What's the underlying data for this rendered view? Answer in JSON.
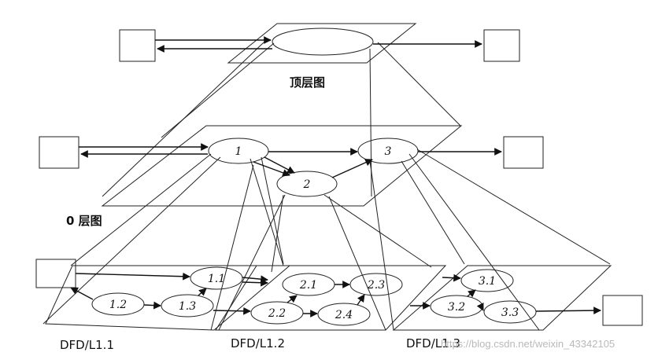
{
  "labels": {
    "top": "顶层图",
    "level0": "0 层图",
    "l11": "DFD/L1.1",
    "l12": "DFD/L1.2",
    "l13": "DFD/L1.3"
  },
  "nodes": {
    "n1": "1",
    "n2": "2",
    "n3": "3",
    "n11": "1.1",
    "n12": "1.2",
    "n13": "1.3",
    "n21": "2.1",
    "n22": "2.2",
    "n23": "2.3",
    "n24": "2.4",
    "n31": "3.1",
    "n32": "3.2",
    "n33": "3.3"
  },
  "watermark": "https://blog.csdn.net/weixin_43342105"
}
